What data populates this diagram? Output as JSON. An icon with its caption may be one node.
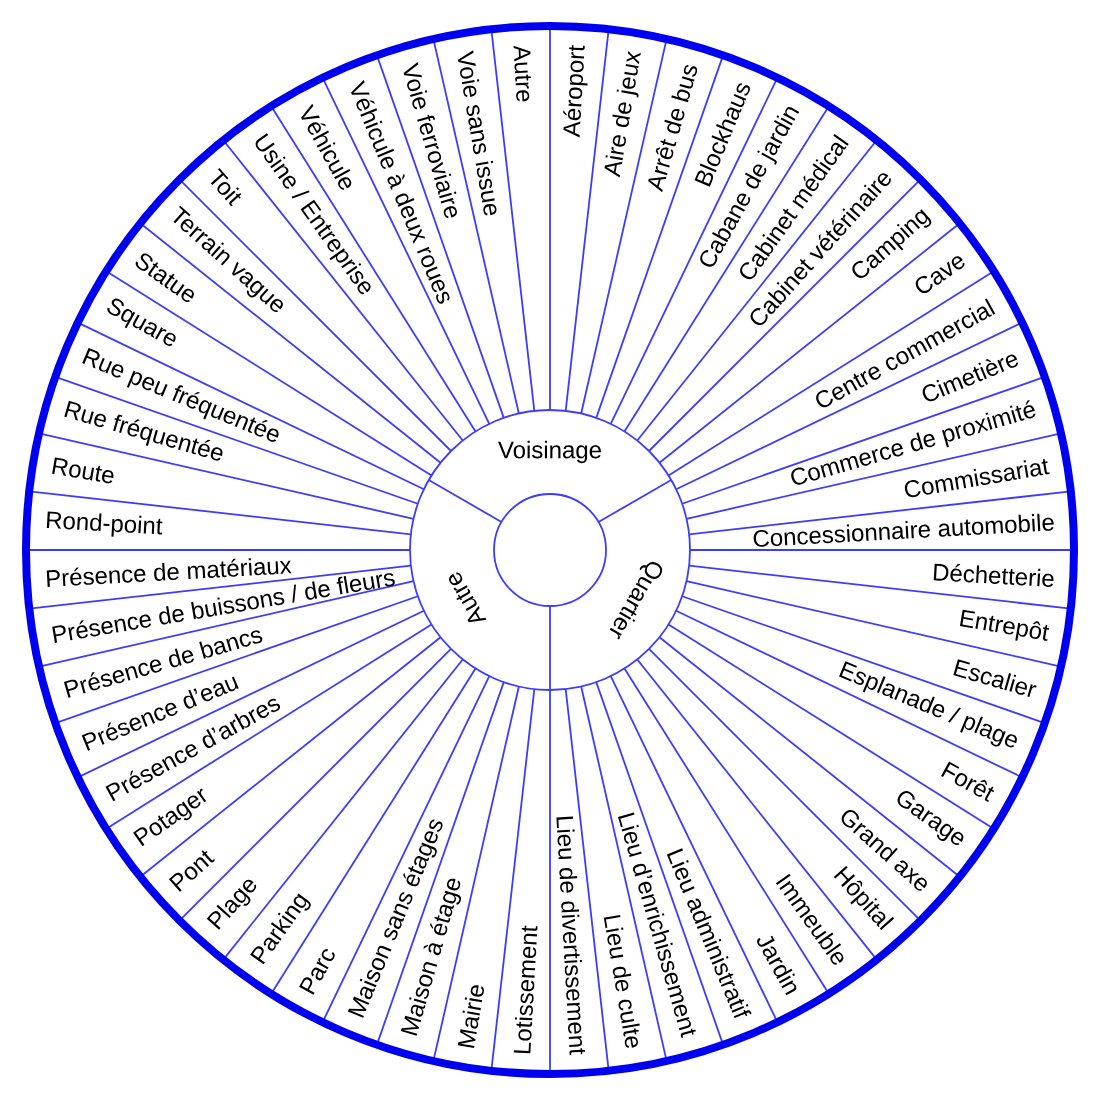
{
  "diagram": {
    "nodes": [
      {
        "text": [],
        "shape": "circle"
      },
      {
        "text": [
          "Voisinage"
        ]
      },
      {
        "text": [
          "Quartier"
        ]
      },
      {
        "text": [
          "Autre"
        ]
      },
      {
        "text": [
          "Aéroport"
        ]
      },
      {
        "text": [
          "Aire de jeux"
        ]
      },
      {
        "text": [
          "Arrêt de bus"
        ]
      },
      {
        "text": [
          "Blockhaus"
        ]
      },
      {
        "text": [
          "Cabane de jardin"
        ]
      },
      {
        "text": [
          "Cabinet médical"
        ]
      },
      {
        "text": [
          "Cabinet vétérinaire"
        ]
      },
      {
        "text": [
          "Camping"
        ]
      },
      {
        "text": [
          "Cave"
        ]
      },
      {
        "text": [
          "Centre commercial"
        ]
      },
      {
        "text": [
          "Cimetière"
        ]
      },
      {
        "text": [
          "Commerce de proximité"
        ]
      },
      {
        "text": [
          "Commissariat"
        ]
      },
      {
        "text": [
          "Concessionnaire automobile"
        ]
      },
      {
        "text": [
          "Déchetterie"
        ]
      },
      {
        "text": [
          "Entrepôt"
        ]
      },
      {
        "text": [
          "Escalier"
        ]
      },
      {
        "text": [
          "Esplanade / plage"
        ]
      },
      {
        "text": [
          "Forêt"
        ]
      },
      {
        "text": [
          "Garage"
        ]
      },
      {
        "text": [
          "Grand axe"
        ]
      },
      {
        "text": [
          "Hôpital"
        ]
      },
      {
        "text": [
          "Immeuble"
        ]
      },
      {
        "text": [
          "Jardin"
        ]
      },
      {
        "text": [
          "Lieu administratif"
        ]
      },
      {
        "text": [
          "Lieu d’enrichissement"
        ]
      },
      {
        "text": [
          "Lieu de culte"
        ]
      },
      {
        "text": [
          "Lieu de divertissement"
        ]
      },
      {
        "text": [
          "Lotissement"
        ]
      },
      {
        "text": [
          "Mairie"
        ]
      },
      {
        "text": [
          "Maison à étage"
        ]
      },
      {
        "text": [
          "Maison sans étages"
        ]
      },
      {
        "text": [
          "Parc"
        ]
      },
      {
        "text": [
          "Parking"
        ]
      },
      {
        "text": [
          "Plage"
        ]
      },
      {
        "text": [
          "Pont"
        ]
      },
      {
        "text": [
          "Potager"
        ]
      },
      {
        "text": [
          "Présence d’arbres"
        ]
      },
      {
        "text": [
          "Présence d’eau"
        ]
      },
      {
        "text": [
          "Présence de bancs"
        ]
      },
      {
        "text": [
          "Présence de buissons / de fleurs"
        ]
      },
      {
        "text": [
          "Présence de matériaux"
        ]
      },
      {
        "text": [
          "Rond-point"
        ]
      },
      {
        "text": [
          "Route"
        ]
      },
      {
        "text": [
          "Rue fréquentée"
        ]
      },
      {
        "text": [
          "Rue peu fréquentée"
        ]
      },
      {
        "text": [
          "Square"
        ]
      },
      {
        "text": [
          "Statue"
        ]
      },
      {
        "text": [
          "Terrain vague"
        ]
      },
      {
        "text": [
          "Toit"
        ]
      },
      {
        "text": [
          "Usine / Entreprise"
        ]
      },
      {
        "text": [
          "Véhicule"
        ]
      },
      {
        "text": [
          "Véhicule à deux roues"
        ]
      },
      {
        "text": [
          "Voie ferroviaire"
        ]
      },
      {
        "text": [
          "Voie sans issue"
        ]
      },
      {
        "text": [
          "Autre"
        ]
      }
    ]
  }
}
